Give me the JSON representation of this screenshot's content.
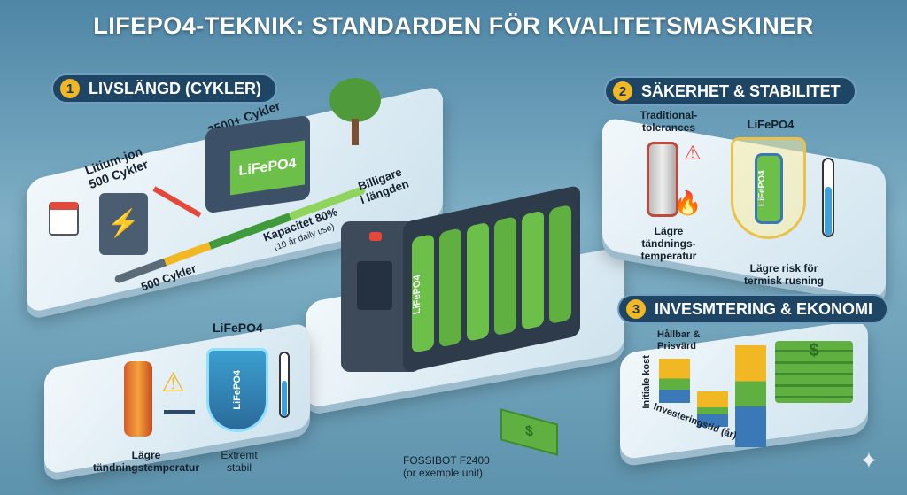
{
  "title": "LIFEPO4-TEKNIK: STANDARDEN FÖR KVALITETSMASKINER",
  "section1": {
    "number": "1",
    "heading": "LIVSLÄNGD (CYKLER)",
    "liion_label": "Litium-jon\n500 Cykler",
    "lifepo4_cycles": "3500+ Cykler",
    "battery_label": "LiFePO4",
    "bar_start": "500 Cykler",
    "capacity": "Kapacitet 80%",
    "capacity_note": "(10 år daily use)",
    "cheaper": "Billigare\ni längden"
  },
  "section2": {
    "number": "2",
    "heading": "SÄKERHET & STABILITET",
    "traditional": "Traditional-\ntolerances",
    "traditional_note": "Lägre\ntändnings-\ntemperatur",
    "lifepo4": "LiFePO4",
    "cell_label": "LiFePO4",
    "lifepo4_note": "Lägre risk för\ntermisk rusning"
  },
  "section3": {
    "number": "3",
    "heading": "INVESMTERING & EKONOMI",
    "y_axis": "Initiale kost",
    "top_label": "Hållbar &\nPrisvärd",
    "x_axis": "Investeringstid (år)"
  },
  "bottom_left": {
    "lifepo4": "LiFePO4",
    "shield_label": "LiFePO4",
    "left_note": "Lägre\ntändningstemperatur",
    "right_note": "Extremt\nstabil"
  },
  "center": {
    "cell_label": "LiFePO4",
    "unit_label": "FOSSIBOT F2400\n(or exemple unit)"
  },
  "colors": {
    "accent_green": "#6cc04a",
    "accent_yellow": "#f2b823",
    "header_navy": "#1f4565",
    "warning_red": "#e5473a"
  }
}
